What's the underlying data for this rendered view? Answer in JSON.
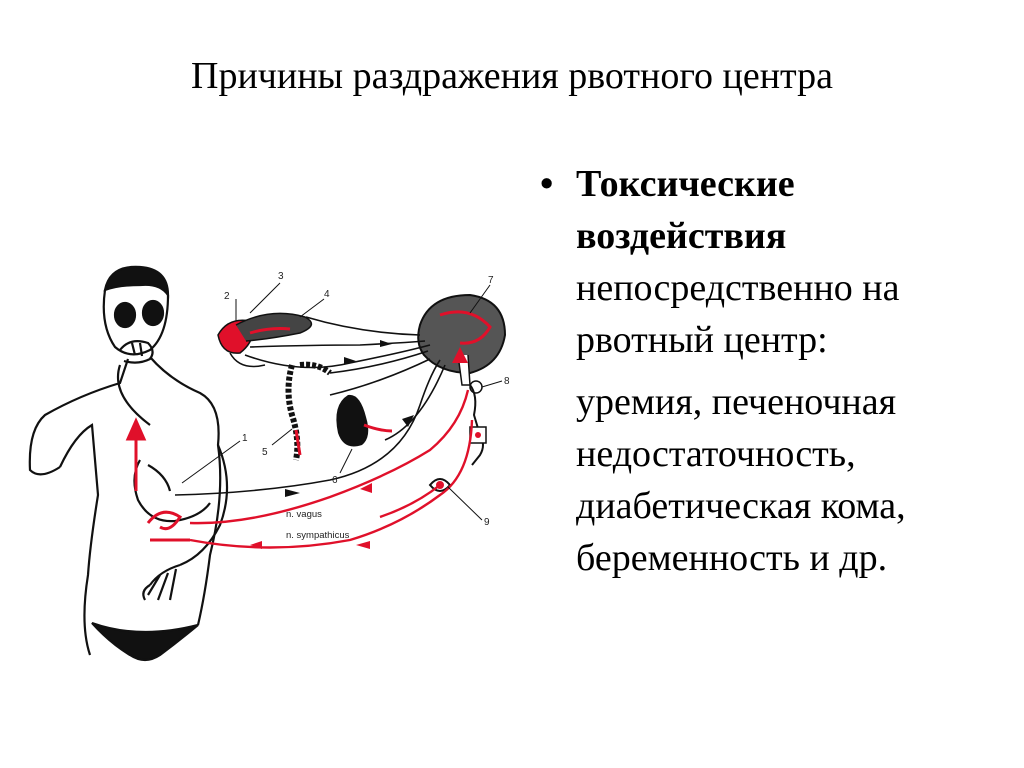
{
  "title": "Причины раздражения рвотного центра",
  "bullet": {
    "heading_lines": [
      "Токсические",
      "воздействия"
    ],
    "intro_lines": [
      "непосредственно на",
      "рвотный центр:"
    ],
    "examples_lines": [
      "уремия, печеночная",
      "недостаточность,",
      "диабетическая кома,",
      "беременность и др."
    ]
  },
  "figure": {
    "numbers": [
      "1",
      "2",
      "3",
      "4",
      "5",
      "6",
      "7",
      "8",
      "9"
    ],
    "nerve_labels": {
      "vagus": "n. vagus",
      "sympathicus": "n. sympathicus"
    }
  },
  "colors": {
    "accent_red": "#e0102a",
    "ink": "#111111"
  }
}
